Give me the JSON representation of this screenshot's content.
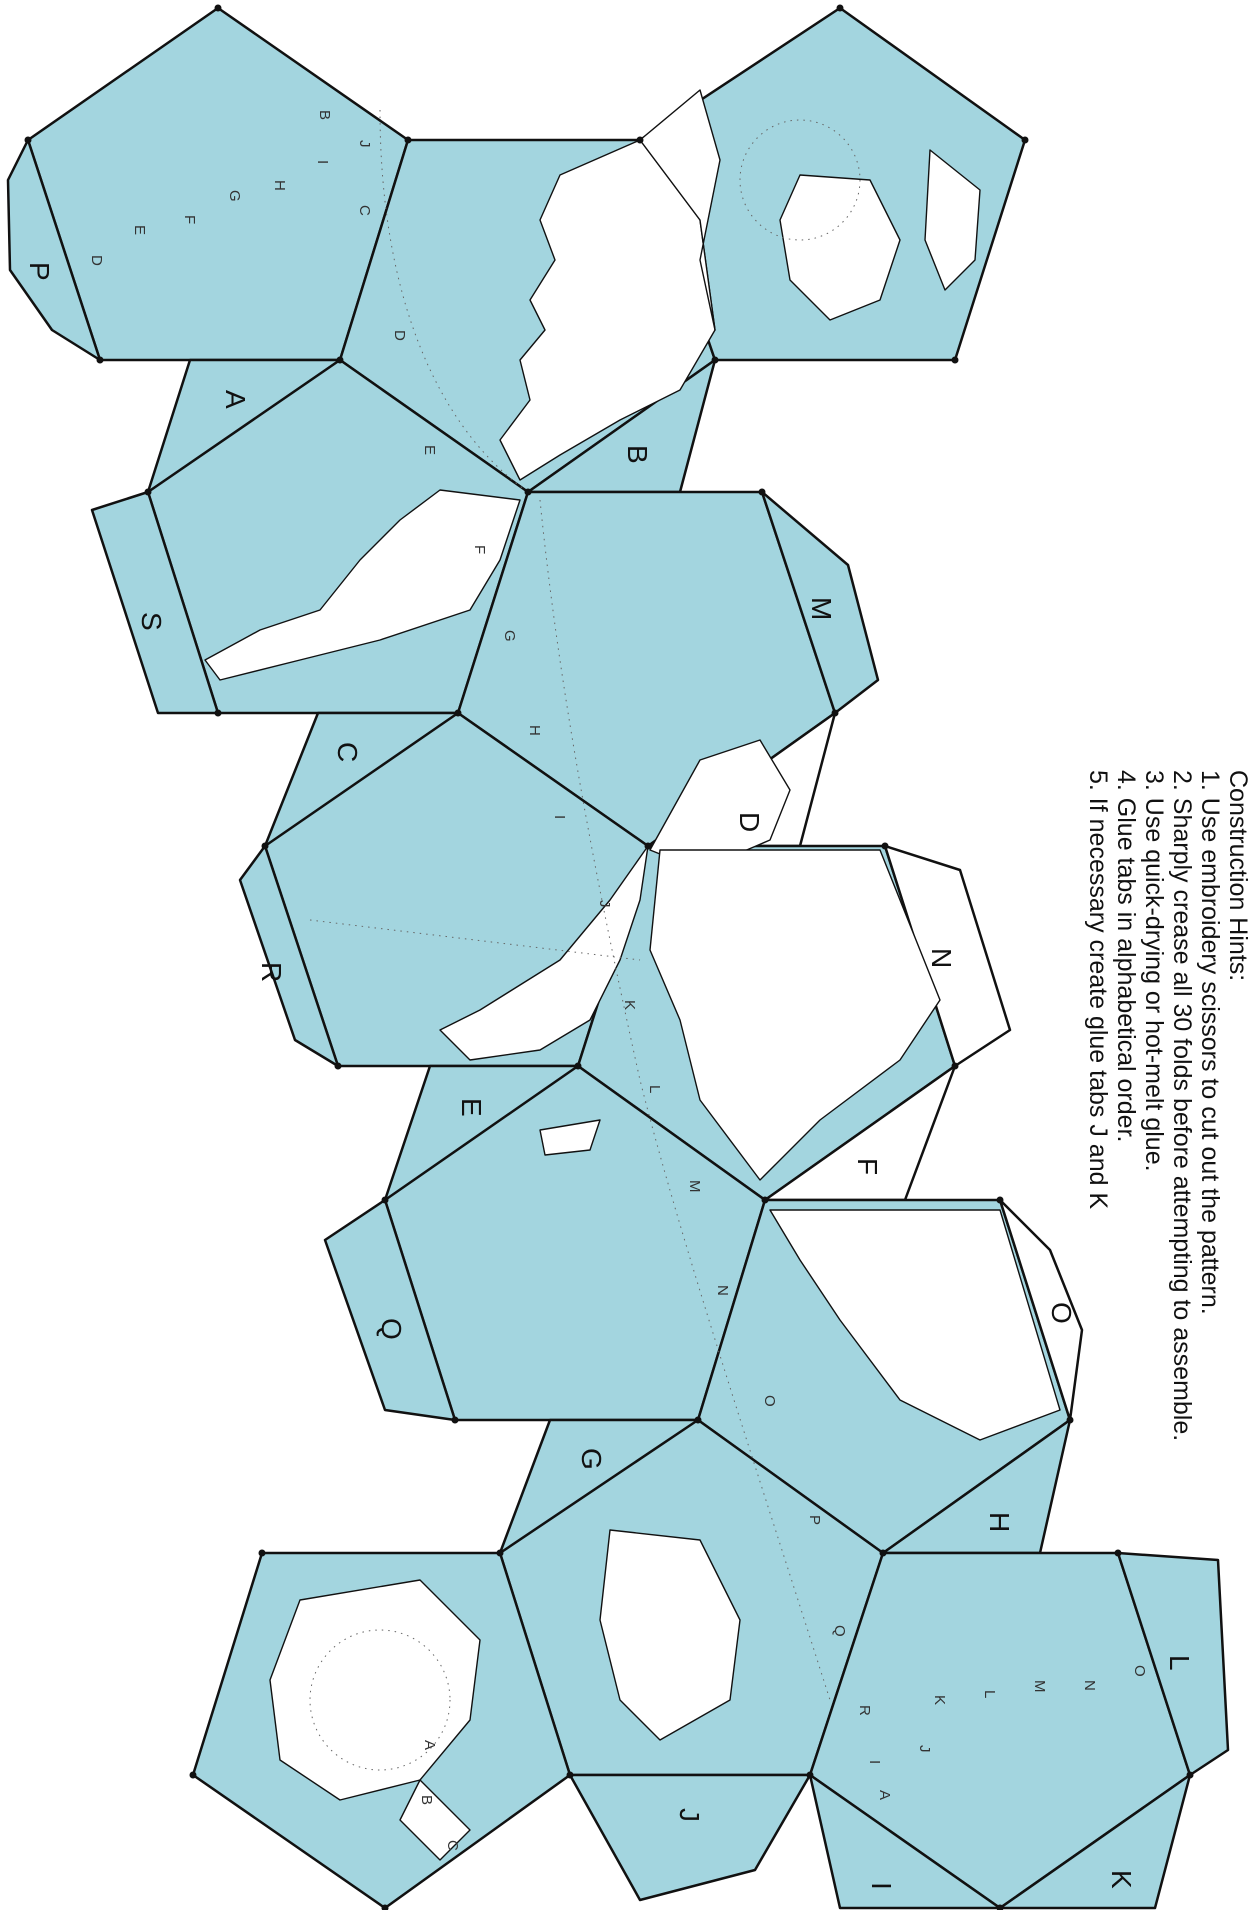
{
  "tab_labels": {
    "P": "P",
    "A": "A",
    "B": "B",
    "S": "S",
    "M": "M",
    "C": "C",
    "D": "D",
    "R": "R",
    "N": "N",
    "E": "E",
    "F": "F",
    "Q": "Q",
    "O": "O",
    "G": "G",
    "H": "H",
    "J": "J",
    "L": "L",
    "K": "K",
    "I": "I"
  },
  "hints": {
    "title": "Construction Hints:",
    "lines": [
      "1. Use embroidery scissors to cut out the pattern.",
      "2. Sharply crease all 30 folds before attempting to assemble.",
      "3. Use quick-drying or hot-melt glue.",
      "4. Glue tabs in alphabetical order.",
      "5. If necessary create glue tabs J and K"
    ]
  },
  "colors": {
    "ocean": "#a3d5df",
    "land": "#ffffff",
    "line": "#111111"
  }
}
